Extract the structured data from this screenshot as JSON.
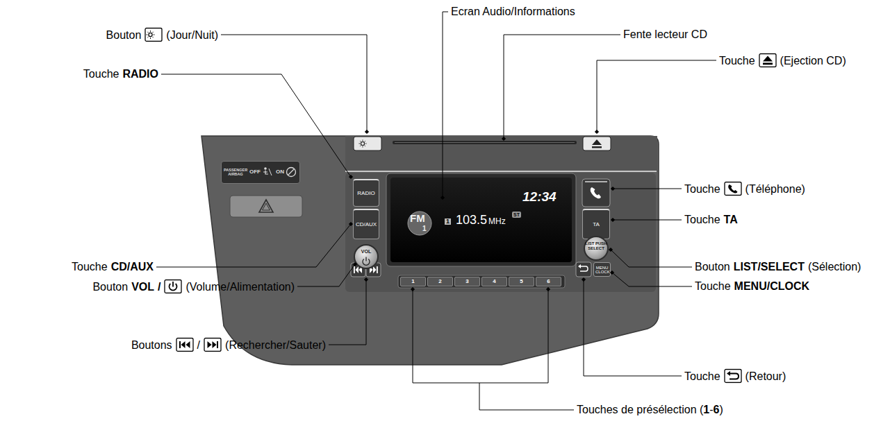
{
  "diagram": {
    "nodes": [
      {
        "text": [
          "PASSENGER AIRBAG",
          "OFF",
          "ON"
        ]
      },
      {
        "text": [
          "RADIO"
        ]
      },
      {
        "text": [
          "CD/AUX"
        ]
      },
      {
        "text": [
          "12:34",
          "FM",
          "1",
          "1",
          "103.5",
          "MHz",
          "ST"
        ]
      },
      {
        "text": [
          "TA"
        ]
      },
      {
        "text": [
          "VOL"
        ]
      },
      {
        "text": [
          "LIST PUSH SELECT"
        ]
      },
      {
        "text": [
          "MENU CLOCK"
        ]
      },
      {
        "text": [
          "1"
        ]
      },
      {
        "text": [
          "2"
        ]
      },
      {
        "text": [
          "3"
        ]
      },
      {
        "text": [
          "4"
        ]
      },
      {
        "text": [
          "5"
        ]
      },
      {
        "text": [
          "6"
        ]
      }
    ],
    "labels": [
      "Ecran Audio/Informations",
      "Bouton",
      "(Jour/Nuit)",
      "Fente lecteur CD",
      "Touche",
      "(Ejection CD)",
      "Touche",
      "RADIO",
      "Touche",
      "(Téléphone)",
      "Touche",
      "TA",
      "Touche",
      "CD/AUX",
      "Bouton",
      "LIST/SELECT",
      "(Sélection)",
      "Bouton",
      "VOL",
      "/",
      "(Volume/Alimentation)",
      "Touche",
      "MENU/CLOCK",
      "Boutons",
      "/",
      "(Rechercher/Sauter)",
      "Touche",
      "(Retour)",
      "Touches de présélection (",
      "1",
      "-",
      "6",
      ")"
    ]
  }
}
